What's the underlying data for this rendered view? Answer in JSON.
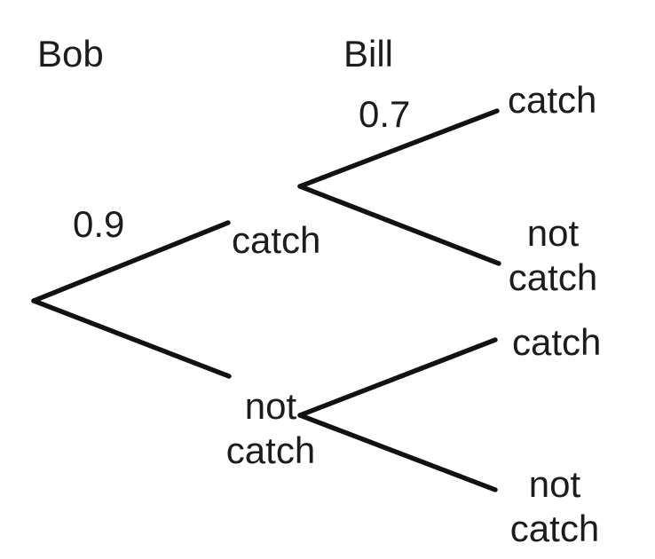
{
  "colors": {
    "background": "#ffffff",
    "text": "#1c1c1c",
    "branch_line": "#121212"
  },
  "header": {
    "stage1_label": "Bob",
    "stage2_label": "Bill"
  },
  "probabilities": {
    "bob_catch": "0.9",
    "bill_catch_given_bob_catch": "0.7"
  },
  "outcomes": {
    "bob_catch": "catch",
    "bob_not_catch_line1": "not",
    "bob_not_catch_line2": "catch",
    "leaf_catch_catch": "catch",
    "leaf_catch_not_line1": "not",
    "leaf_catch_not_line2": "catch",
    "leaf_not_catch": "catch",
    "leaf_not_not_line1": "not",
    "leaf_not_not_line2": "catch"
  },
  "tree_data": {
    "type": "probability-tree",
    "stages": [
      "Bob",
      "Bill"
    ],
    "root_branches": [
      {
        "outcome": "catch",
        "probability_shown": "0.9",
        "children": [
          {
            "outcome": "catch",
            "probability_shown": "0.7"
          },
          {
            "outcome": "not catch"
          }
        ]
      },
      {
        "outcome": "not catch",
        "children": [
          {
            "outcome": "catch"
          },
          {
            "outcome": "not catch"
          }
        ]
      }
    ]
  }
}
